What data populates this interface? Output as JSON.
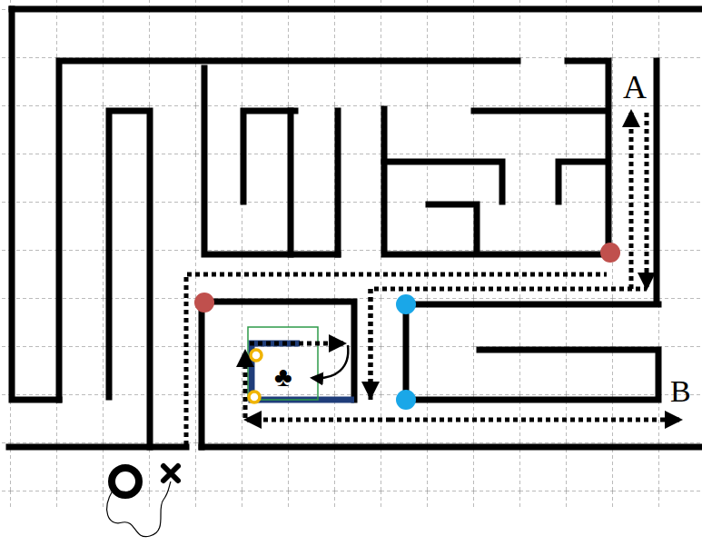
{
  "diagram": {
    "labels": [
      "A",
      "B",
      "♣"
    ]
  }
}
